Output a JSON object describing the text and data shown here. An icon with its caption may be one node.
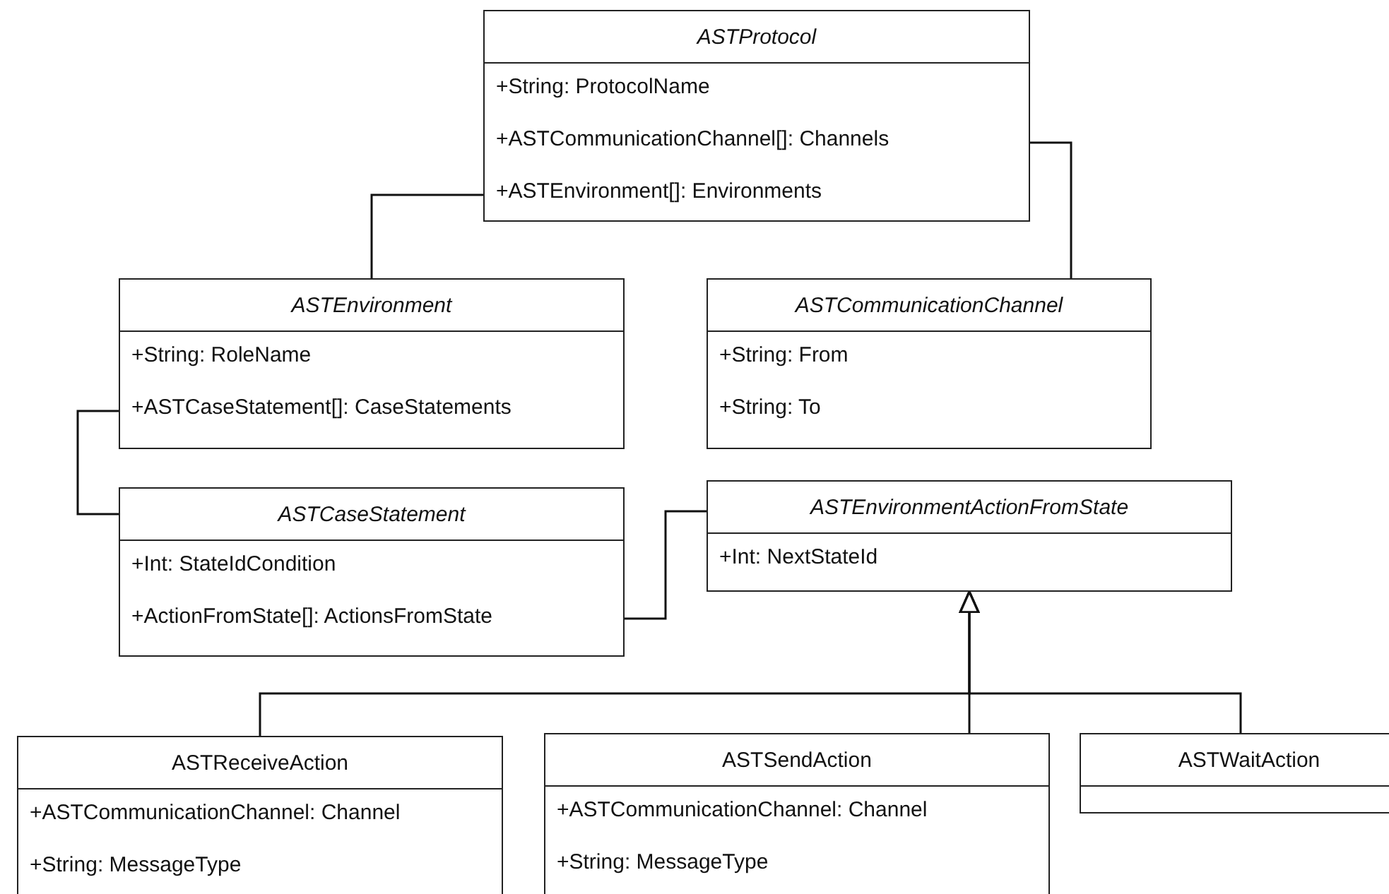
{
  "diagram": {
    "nodes": [
      {
        "text": [
          "ASTProtocol",
          "+String: ProtocolName",
          "+ASTCommunicationChannel[]: Channels",
          "+ASTEnvironment[]: Environments"
        ]
      },
      {
        "text": [
          "ASTEnvironment",
          "+String: RoleName",
          "+ASTCaseStatement[]: CaseStatements"
        ]
      },
      {
        "text": [
          "ASTCommunicationChannel",
          "+String: From",
          "+String: To"
        ]
      },
      {
        "text": [
          "ASTCaseStatement",
          "+Int: StateIdCondition",
          "+ActionFromState[]: ActionsFromState"
        ]
      },
      {
        "text": [
          "ASTEnvironmentActionFromState",
          "+Int: NextStateId"
        ]
      },
      {
        "text": [
          "ASTReceiveAction",
          "+ASTCommunicationChannel: Channel",
          "+String: MessageType"
        ]
      },
      {
        "text": [
          "ASTSendAction",
          "+ASTCommunicationChannel: Channel",
          "+String: MessageType"
        ]
      },
      {
        "text": [
          "ASTWaitAction"
        ]
      }
    ],
    "edges": [
      {
        "from": 0,
        "to": 1,
        "arrow": "none"
      },
      {
        "from": 0,
        "to": 2,
        "arrow": "none"
      },
      {
        "from": 1,
        "to": 3,
        "arrow": "none"
      },
      {
        "from": 3,
        "to": 4,
        "arrow": "none"
      },
      {
        "from": 5,
        "to": 4,
        "arrow": "to"
      },
      {
        "from": 6,
        "to": 4,
        "arrow": "to"
      },
      {
        "from": 7,
        "to": 4,
        "arrow": "to"
      }
    ]
  }
}
